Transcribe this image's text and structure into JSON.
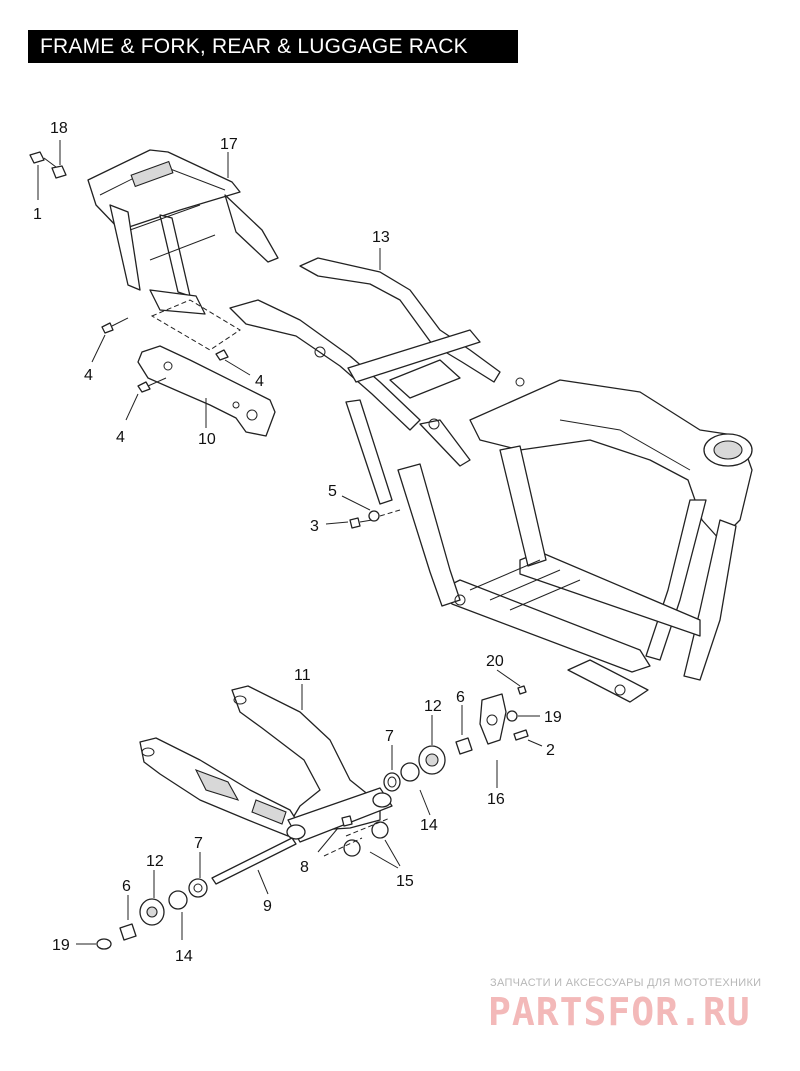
{
  "header": {
    "title": "FRAME & FORK, REAR & LUGGAGE RACK"
  },
  "callouts": [
    {
      "id": "c1",
      "label": "1"
    },
    {
      "id": "c18",
      "label": "18"
    },
    {
      "id": "c17",
      "label": "17"
    },
    {
      "id": "c13",
      "label": "13"
    },
    {
      "id": "c4a",
      "label": "4"
    },
    {
      "id": "c4b",
      "label": "4"
    },
    {
      "id": "c4c",
      "label": "4"
    },
    {
      "id": "c10",
      "label": "10"
    },
    {
      "id": "c5",
      "label": "5"
    },
    {
      "id": "c3",
      "label": "3"
    },
    {
      "id": "c11",
      "label": "11"
    },
    {
      "id": "c20",
      "label": "20"
    },
    {
      "id": "c12a",
      "label": "12"
    },
    {
      "id": "c6a",
      "label": "6"
    },
    {
      "id": "c7a",
      "label": "7"
    },
    {
      "id": "c19a",
      "label": "19"
    },
    {
      "id": "c2",
      "label": "2"
    },
    {
      "id": "c14a",
      "label": "14"
    },
    {
      "id": "c16",
      "label": "16"
    },
    {
      "id": "c7b",
      "label": "7"
    },
    {
      "id": "c12b",
      "label": "12"
    },
    {
      "id": "c8",
      "label": "8"
    },
    {
      "id": "c15",
      "label": "15"
    },
    {
      "id": "c6b",
      "label": "6"
    },
    {
      "id": "c9",
      "label": "9"
    },
    {
      "id": "c19b",
      "label": "19"
    },
    {
      "id": "c14b",
      "label": "14"
    }
  ],
  "watermark": {
    "tagline": "ЗАПЧАСТИ И АКСЕССУАРЫ ДЛЯ МОТОТЕХНИКИ",
    "logo": "PARTSFOR.RU"
  },
  "colors": {
    "ink": "#222222",
    "title_bg": "#000000",
    "watermark": "#f3b9b9"
  }
}
